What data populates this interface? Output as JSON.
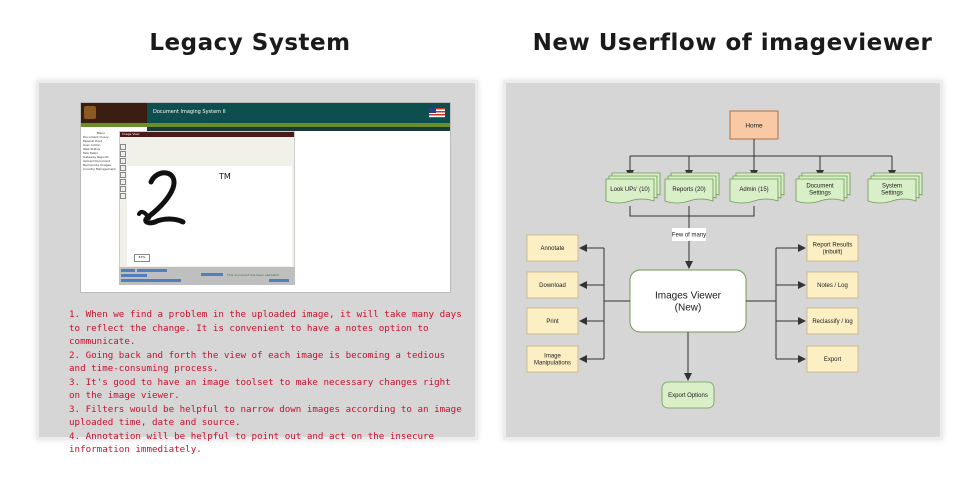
{
  "headings": {
    "left": "Legacy System",
    "right": "New Userflow of imageviewer"
  },
  "legacy_screenshot": {
    "app_title": "Document Imaging System II",
    "menu_title": "Menu",
    "menu_items": [
      "Document Query",
      "Paperal Print",
      "User Admin",
      "Web Status",
      "Tele Tasks",
      "Gateway Reports",
      "Upload Document",
      "Barnacode Images",
      "Country Management"
    ],
    "panel_title": "Image View",
    "tm_mark": "TM",
    "zoom_label": "67%",
    "status_text": "This document has been validated"
  },
  "notes": [
    "1. When we find a problem in the uploaded image, it will take many days to reflect the change. It is convenient to have a notes option to communicate.",
    "2. Going back and forth the view of each image is becoming a tedious and time-consuming process.",
    "3. It's good to have an image toolset to make necessary changes right on the image viewer.",
    "3. Filters would be helpful to narrow down images according to an image uploaded time, date and source.",
    "4. Annotation will be helpful to point out and act on the insecure information immediately."
  ],
  "diagram": {
    "home": "Home",
    "sections": [
      {
        "label": "Look UPs' (10)"
      },
      {
        "label": "Reports (20)"
      },
      {
        "label": "Admin (15)"
      },
      {
        "label": "Document Settings",
        "lines": [
          "Document",
          "Settings"
        ]
      },
      {
        "label": "System Settings",
        "lines": [
          "System",
          "Settings"
        ]
      }
    ],
    "few_of_many": "Few of many",
    "viewer": {
      "line1": "Images Viewer",
      "line2": "(New)"
    },
    "left_tools": [
      {
        "label": "Annotate"
      },
      {
        "label": "Download"
      },
      {
        "label": "Print"
      },
      {
        "label": "Image Manipulations",
        "lines": [
          "Image",
          "Manipulations"
        ]
      }
    ],
    "right_tools": [
      {
        "label": "Report Results (inbuilt)",
        "lines": [
          "Report Results",
          "(inbuilt)"
        ]
      },
      {
        "label": "Notes / Log"
      },
      {
        "label": "Reclassify / log"
      },
      {
        "label": "Export"
      }
    ],
    "export_options": "Export Options",
    "colors": {
      "home_fill": "#f8c9a4",
      "home_stroke": "#b07040",
      "section_fill": "#d8efc8",
      "section_stroke": "#6f9a56",
      "tool_fill": "#fdefc4",
      "tool_stroke": "#c7b27a",
      "viewer_fill": "#ffffff",
      "viewer_stroke": "#6f9a56",
      "line": "#333333"
    }
  }
}
